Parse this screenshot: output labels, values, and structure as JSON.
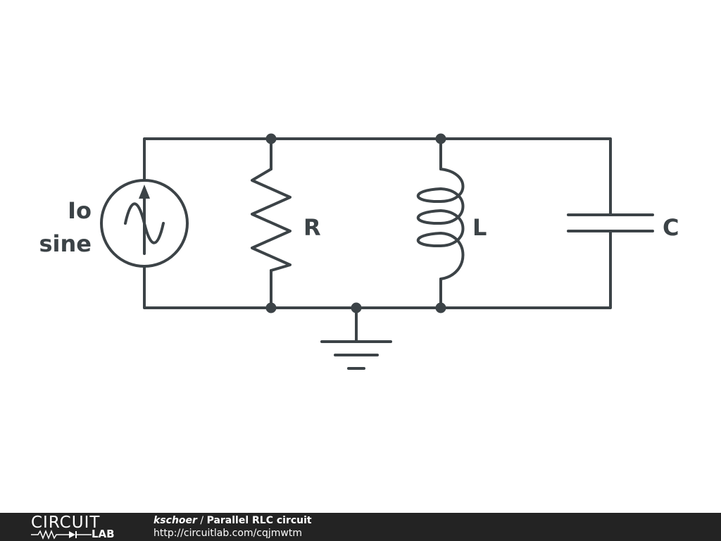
{
  "circuit": {
    "source_label_line1": "Io",
    "source_label_line2": "sine",
    "resistor_label": "R",
    "inductor_label": "L",
    "capacitor_label": "C"
  },
  "footer": {
    "logo_top": "CIRCUIT",
    "logo_bottom": "LAB",
    "author": "kschoer",
    "separator": " / ",
    "title": "Parallel RLC circuit",
    "url": "http://circuitlab.com/cqjmwtm"
  },
  "colors": {
    "wire": "#3c4347",
    "footer_background": "#232323",
    "footer_text": "#ffffff"
  }
}
